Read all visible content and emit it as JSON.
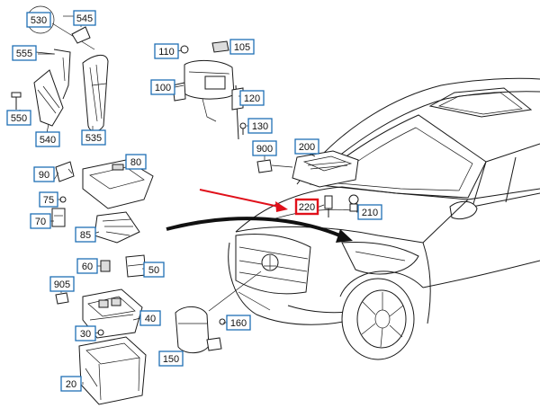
{
  "callouts": {
    "c530": "530",
    "c545": "545",
    "c555": "555",
    "c550": "550",
    "c540": "540",
    "c535": "535",
    "c110": "110",
    "c105": "105",
    "c100": "100",
    "c120": "120",
    "c130": "130",
    "c900": "900",
    "c200": "200",
    "c90": "90",
    "c80": "80",
    "c75": "75",
    "c70": "70",
    "c85": "85",
    "c220": "220",
    "c210": "210",
    "c60": "60",
    "c50": "50",
    "c905": "905",
    "c40": "40",
    "c30": "30",
    "c160": "160",
    "c150": "150",
    "c20": "20"
  },
  "colors": {
    "callout_border": "#1f6fb5",
    "highlight_border": "#e0101a",
    "pointer_arrow": "#e0101a",
    "line_art": "#1a1a1a"
  },
  "highlighted_part": "220"
}
